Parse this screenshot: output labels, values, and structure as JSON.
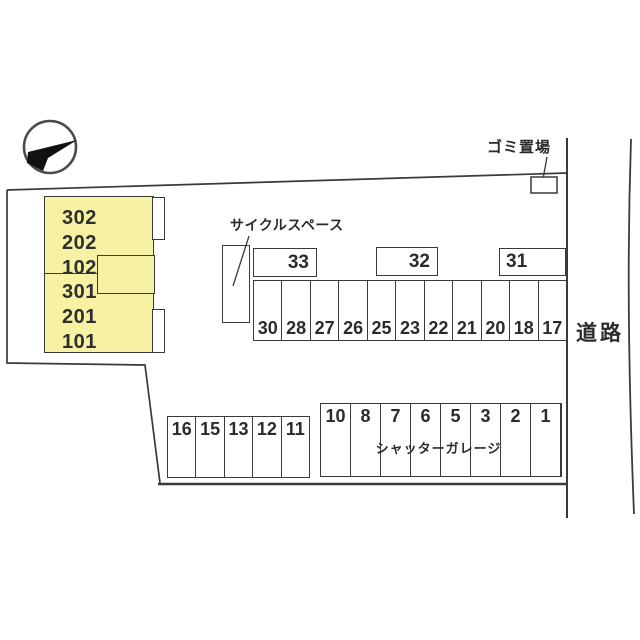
{
  "compass": {
    "icon": "north-arrow"
  },
  "labels": {
    "cycle_space": "サイクルスペース",
    "garbage_area": "ゴミ置場",
    "road": "道路",
    "shutter_garage": "シャッターガレージ"
  },
  "building": {
    "units_upper": [
      "302",
      "202",
      "102"
    ],
    "units_lower": [
      "301",
      "201",
      "101"
    ]
  },
  "parking": {
    "top_boxes": [
      "33",
      "32",
      "31"
    ],
    "upper_row": [
      "30",
      "28",
      "27",
      "26",
      "25",
      "23",
      "22",
      "21",
      "20",
      "18",
      "17"
    ],
    "lower_left_row": [
      "16",
      "15",
      "13",
      "12",
      "11"
    ],
    "garage_row": [
      "10",
      "8",
      "7",
      "6",
      "5",
      "3",
      "2",
      "1"
    ]
  },
  "colors": {
    "line": "#3A3A3A",
    "text": "#2B2B2B",
    "building_fill": "#F6F1A3"
  }
}
